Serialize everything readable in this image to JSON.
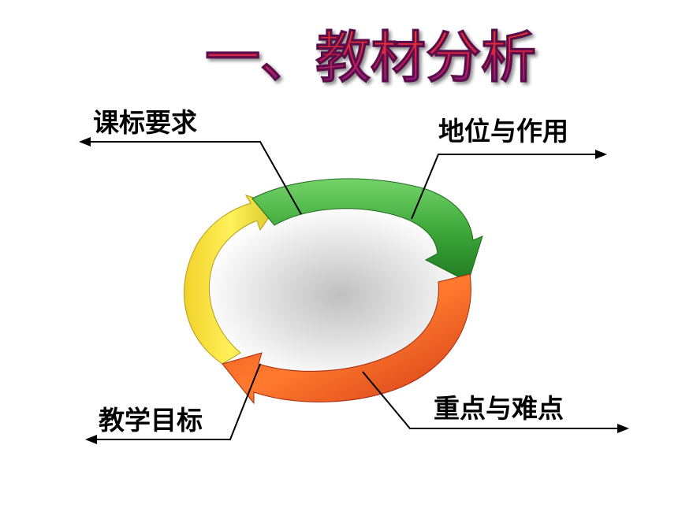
{
  "title": "一、教材分析",
  "labels": {
    "curriculum": "课标要求",
    "position": "地位与作用",
    "key_points": "重点与难点",
    "objectives": "教学目标"
  },
  "colors": {
    "title_top": "#ff2a1a",
    "title_bottom": "#8a1a9a",
    "arc_green": "#3fa83a",
    "arc_orange": "#f06a2a",
    "arc_yellow": "#f3df3a"
  }
}
